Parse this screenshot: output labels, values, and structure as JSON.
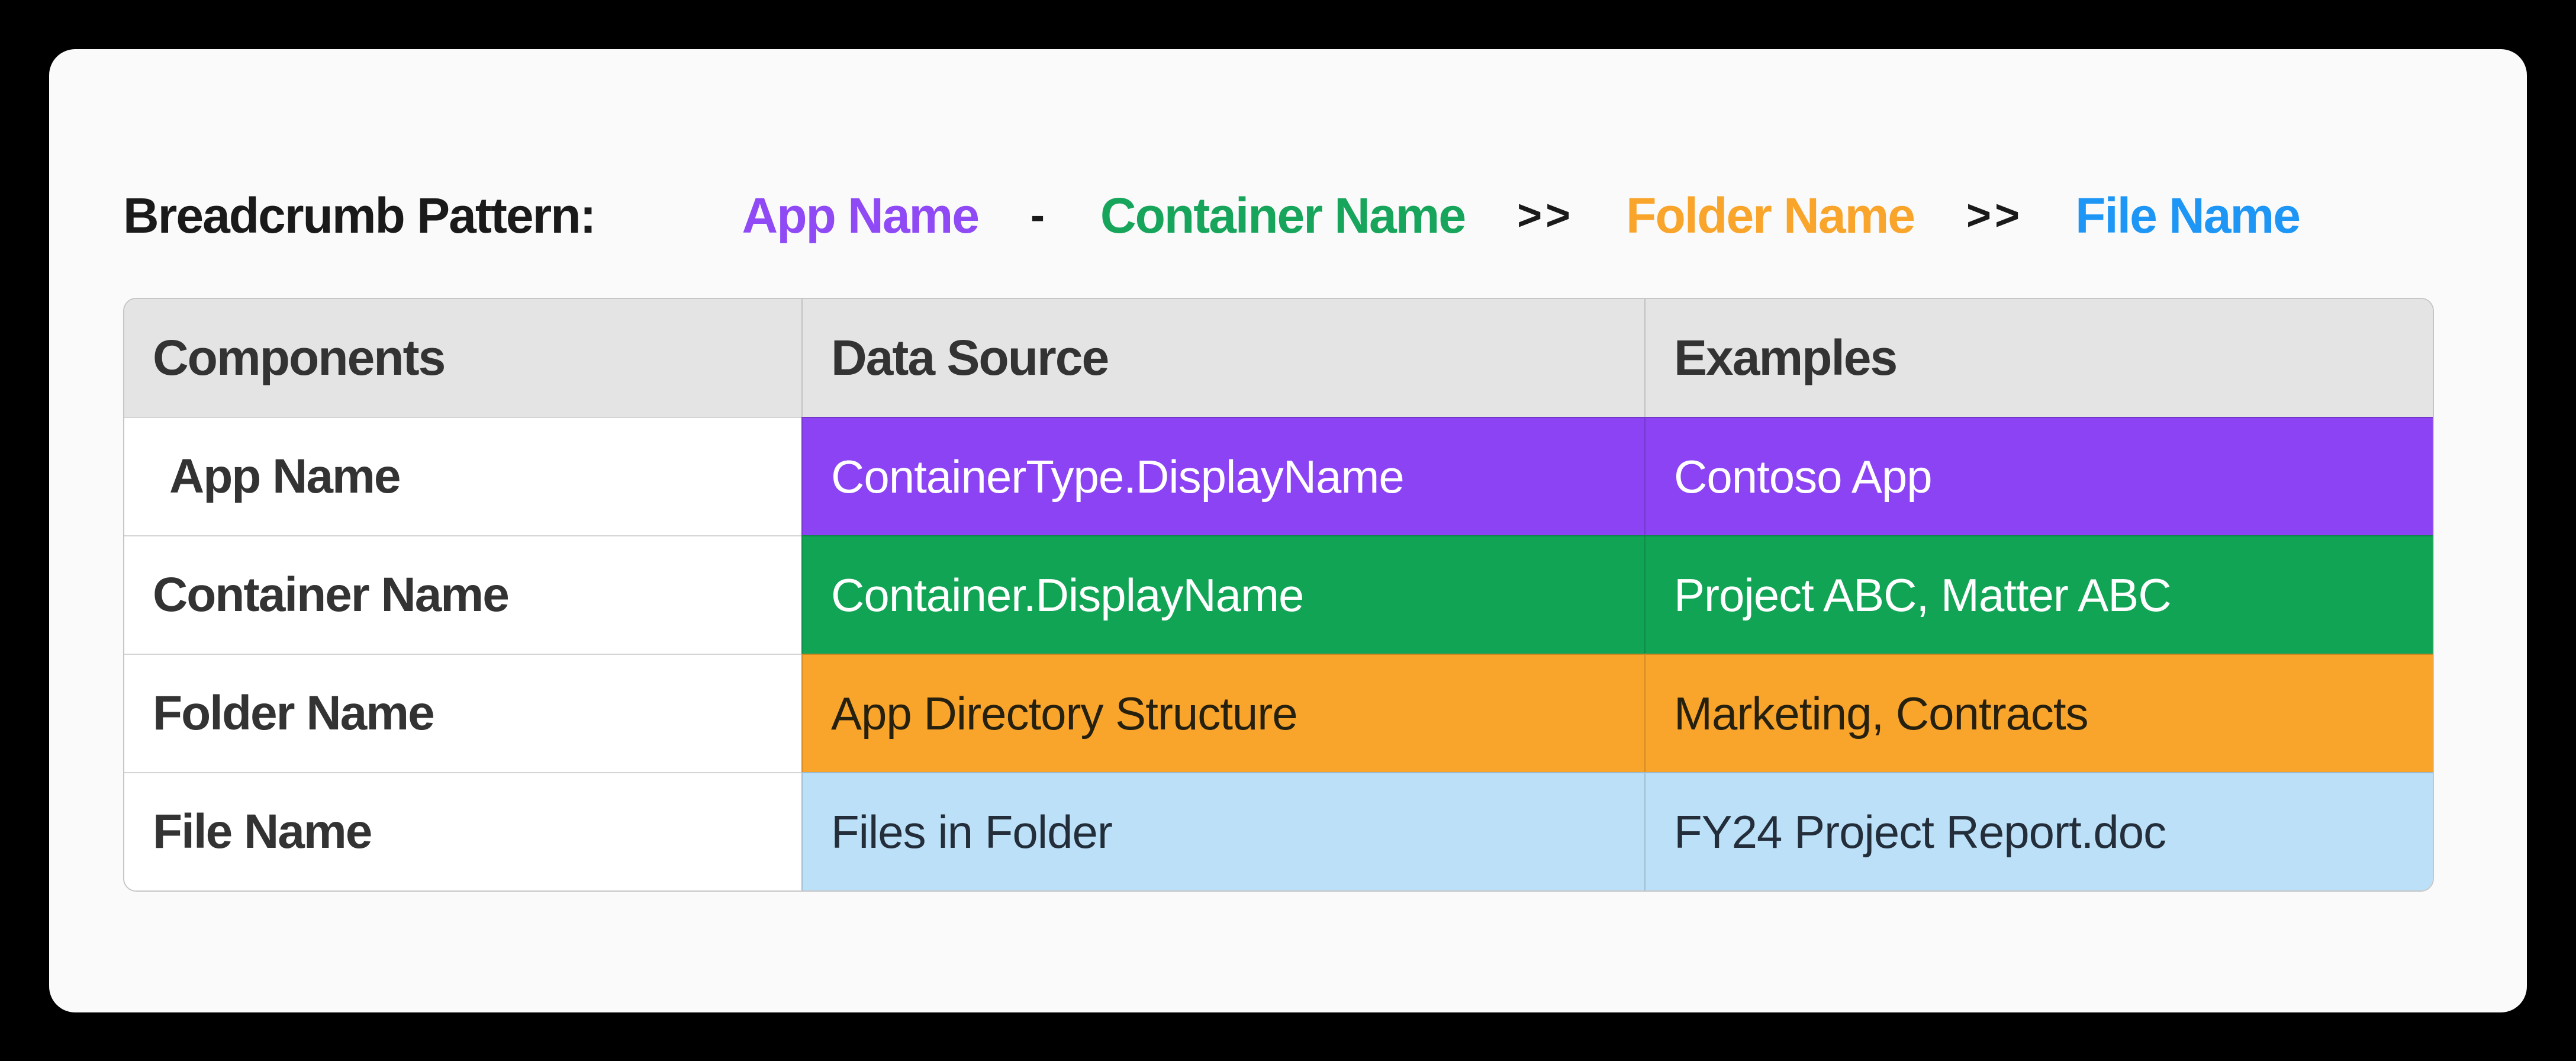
{
  "breadcrumb": {
    "label": "Breadcrumb Pattern:",
    "items": [
      {
        "label": "App Name",
        "color": "#8F49F5"
      },
      {
        "label": "Container Name",
        "color": "#17A45B"
      },
      {
        "label": "Folder Name",
        "color": "#F9A42B"
      },
      {
        "label": "File Name",
        "color": "#1E96F5"
      }
    ],
    "separators": [
      "-",
      ">>",
      ">>"
    ]
  },
  "table": {
    "headers": [
      "Components",
      "Data Source",
      "Examples"
    ],
    "rows": [
      {
        "component": "App Name",
        "data_source": "ContainerType.DisplayName",
        "example": "Contoso App",
        "bg": "#8B43F3",
        "text_color": "#FFFFFF"
      },
      {
        "component": "Container Name",
        "data_source": "Container.DisplayName",
        "example": "Project ABC, Matter ABC",
        "bg": "#11A455",
        "text_color": "#FFFFFF"
      },
      {
        "component": "Folder Name",
        "data_source": "App Directory Structure",
        "example": "Marketing, Contracts",
        "bg": "#F9A42B",
        "text_color": "#26200F"
      },
      {
        "component": "File Name",
        "data_source": "Files in Folder",
        "example": "FY24 Project Report.doc",
        "bg": "#BCE0F8",
        "text_color": "#232E3A"
      }
    ]
  },
  "colors": {
    "page_background": "#000000",
    "card_background": "#FAFAFA",
    "header_background": "#E4E4E4",
    "header_text": "#333333"
  }
}
